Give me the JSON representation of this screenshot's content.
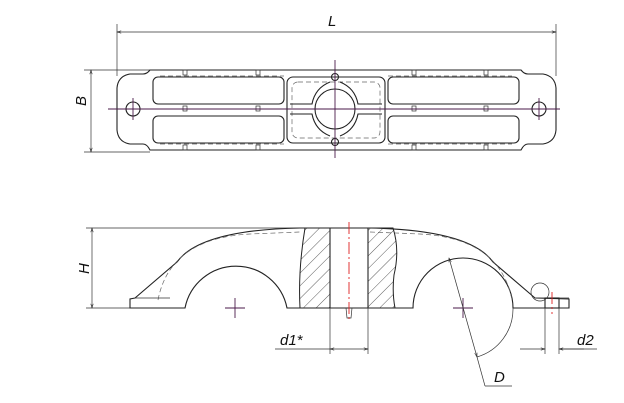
{
  "drawing": {
    "top_view": {
      "dim_length_label": "L",
      "dim_width_label": "B"
    },
    "side_view": {
      "dim_height_label": "H",
      "dim_bore_label": "d1*",
      "dim_mount_hole_label": "d2",
      "dim_pipe_diameter_label": "D"
    },
    "colors": {
      "line": "#222222",
      "centerline": "#4a1a4a",
      "axis": "#dd2222"
    }
  }
}
